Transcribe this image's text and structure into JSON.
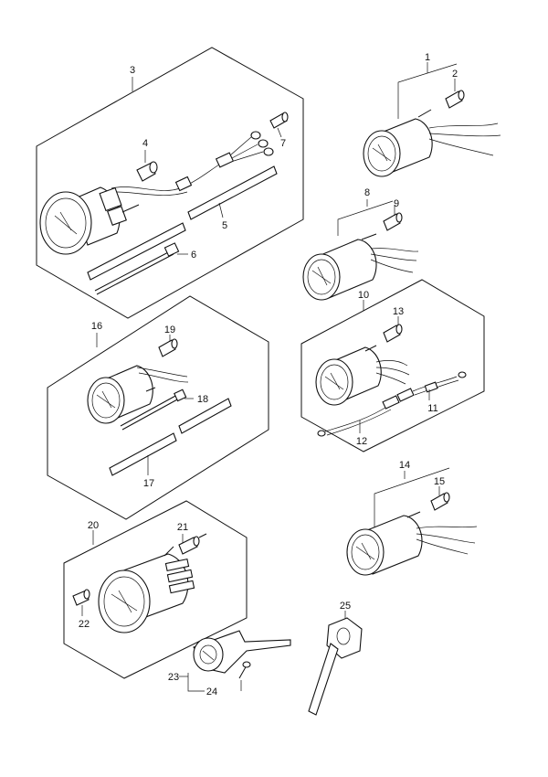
{
  "diagram": {
    "type": "exploded-parts-diagram",
    "callouts": [
      {
        "id": "c1",
        "label": "1"
      },
      {
        "id": "c2",
        "label": "2"
      },
      {
        "id": "c3",
        "label": "3"
      },
      {
        "id": "c4",
        "label": "4"
      },
      {
        "id": "c5",
        "label": "5"
      },
      {
        "id": "c6",
        "label": "6"
      },
      {
        "id": "c7",
        "label": "7"
      },
      {
        "id": "c8",
        "label": "8"
      },
      {
        "id": "c9",
        "label": "9"
      },
      {
        "id": "c10",
        "label": "10"
      },
      {
        "id": "c11",
        "label": "11"
      },
      {
        "id": "c12",
        "label": "12"
      },
      {
        "id": "c13",
        "label": "13"
      },
      {
        "id": "c14",
        "label": "14"
      },
      {
        "id": "c15",
        "label": "15"
      },
      {
        "id": "c16",
        "label": "16"
      },
      {
        "id": "c17",
        "label": "17"
      },
      {
        "id": "c18",
        "label": "18"
      },
      {
        "id": "c19",
        "label": "19"
      },
      {
        "id": "c20",
        "label": "20"
      },
      {
        "id": "c21",
        "label": "21"
      },
      {
        "id": "c22",
        "label": "22"
      },
      {
        "id": "c23",
        "label": "23"
      },
      {
        "id": "c24",
        "label": "24"
      },
      {
        "id": "c25",
        "label": "25"
      }
    ]
  }
}
